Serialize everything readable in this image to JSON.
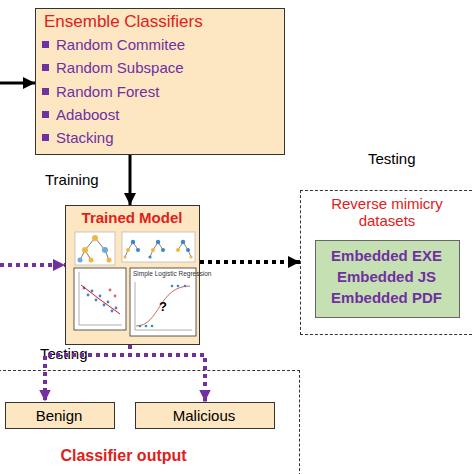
{
  "diagram": {
    "nodes": [
      {
        "text": [
          "Ensemble Classifiers",
          "Random Commitee",
          "Random Subspace",
          "Random Forest",
          "Adaboost",
          "Stacking"
        ]
      },
      {
        "text": [
          "Trained Model"
        ]
      },
      {
        "text": [
          "Reverse mimicry datasets"
        ]
      },
      {
        "text": [
          "Embedded EXE",
          "Embedded JS",
          "Embedded PDF"
        ],
        "in": 2
      },
      {
        "text": [
          "Classifier output"
        ]
      },
      {
        "text": [
          "Benign"
        ],
        "in": 4
      },
      {
        "text": [
          "Malicious"
        ],
        "in": 4
      }
    ],
    "edges": [
      {
        "from": 0,
        "to": 1,
        "arrow": "to"
      },
      {
        "from": 1,
        "to": 2,
        "arrow": "to"
      },
      {
        "from": 1,
        "to": 5,
        "arrow": "to"
      },
      {
        "from": 1,
        "to": 6,
        "arrow": "to"
      }
    ],
    "labels": [
      "Training",
      "Testing",
      "Testing",
      "Simple Logistic Regression",
      "?"
    ]
  }
}
